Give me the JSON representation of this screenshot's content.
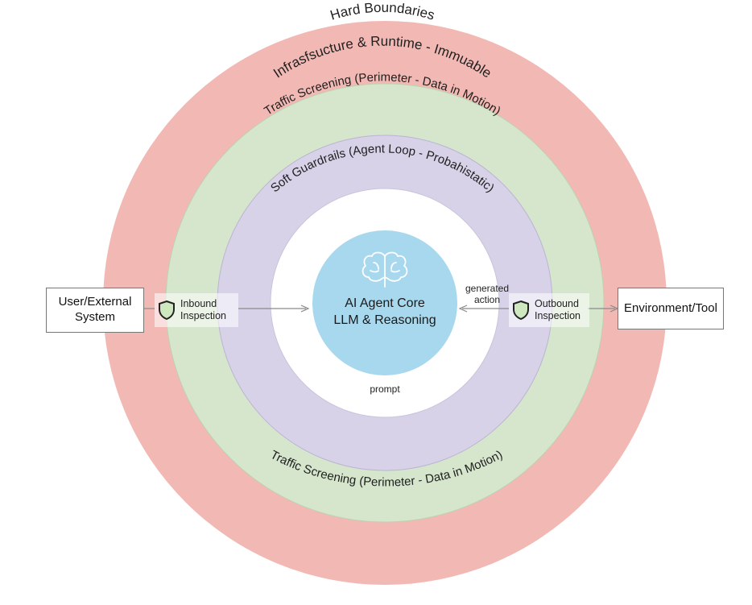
{
  "rings": {
    "hard_title": "Hard Boundaries",
    "hard_subtitle": "Infrasfsucture & Runtime - Immuable",
    "traffic_top": "Traffic Screening (Perimeter - Data in Motion)",
    "traffic_bottom": "Traffic Screening (Perimeter - Data in Motion)",
    "soft": "Soft Guardrails (Agent Loop - Probahistatic)"
  },
  "core": {
    "title": "AI Agent Core",
    "subtitle": "LLM & Reasoning",
    "icon": "brain-icon"
  },
  "left_box": {
    "label": "User/External\nSystem"
  },
  "right_box": {
    "label": "Environment/Tool"
  },
  "inbound": {
    "label": "Inbound\nInspection",
    "icon": "shield-icon"
  },
  "outbound": {
    "label": "Outbound\nInspection",
    "icon": "shield-icon"
  },
  "flows": {
    "generated_action": "generated\naction",
    "prompt": "prompt"
  },
  "colors": {
    "hard": "#f2b8b3",
    "traffic": "#d5e6cc",
    "soft": "#d7d2e8",
    "inner": "#ffffff",
    "core": "#a8d8ee",
    "shield_fill": "#cfe8bf"
  }
}
